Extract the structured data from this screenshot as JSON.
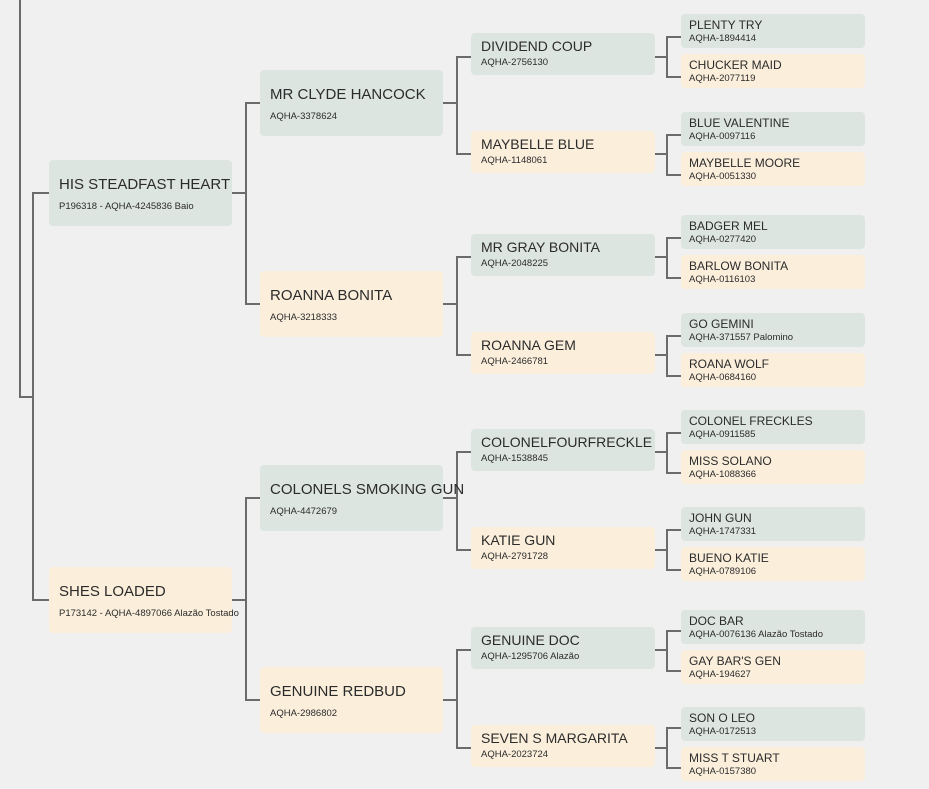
{
  "pedigree": {
    "sire": {
      "name": "HIS STEADFAST HEART",
      "reg": "P196318 - AQHA-4245836 Baio",
      "sire": {
        "name": "MR CLYDE HANCOCK",
        "reg": "AQHA-3378624",
        "sire": {
          "name": "DIVIDEND COUP",
          "reg": "AQHA-2756130",
          "sire": {
            "name": "PLENTY TRY",
            "reg": "AQHA-1894414"
          },
          "dam": {
            "name": "CHUCKER MAID",
            "reg": "AQHA-2077119"
          }
        },
        "dam": {
          "name": "MAYBELLE BLUE",
          "reg": "AQHA-1148061",
          "sire": {
            "name": "BLUE VALENTINE",
            "reg": "AQHA-0097116"
          },
          "dam": {
            "name": "MAYBELLE MOORE",
            "reg": "AQHA-0051330"
          }
        }
      },
      "dam": {
        "name": "ROANNA BONITA",
        "reg": "AQHA-3218333",
        "sire": {
          "name": "MR GRAY BONITA",
          "reg": "AQHA-2048225",
          "sire": {
            "name": "BADGER MEL",
            "reg": "AQHA-0277420"
          },
          "dam": {
            "name": "BARLOW BONITA",
            "reg": "AQHA-0116103"
          }
        },
        "dam": {
          "name": "ROANNA GEM",
          "reg": "AQHA-2466781",
          "sire": {
            "name": "GO GEMINI",
            "reg": "AQHA-371557 Palomino"
          },
          "dam": {
            "name": "ROANA WOLF",
            "reg": "AQHA-0684160"
          }
        }
      }
    },
    "dam": {
      "name": "SHES LOADED",
      "reg": "P173142 - AQHA-4897066 Alazão Tostado",
      "sire": {
        "name": "COLONELS SMOKING GUN",
        "reg": "AQHA-4472679",
        "sire": {
          "name": "COLONELFOURFRECKLE",
          "reg": "AQHA-1538845",
          "sire": {
            "name": "COLONEL FRECKLES",
            "reg": "AQHA-0911585"
          },
          "dam": {
            "name": "MISS SOLANO",
            "reg": "AQHA-1088366"
          }
        },
        "dam": {
          "name": "KATIE GUN",
          "reg": "AQHA-2791728",
          "sire": {
            "name": "JOHN GUN",
            "reg": "AQHA-1747331"
          },
          "dam": {
            "name": "BUENO KATIE",
            "reg": "AQHA-0789106"
          }
        }
      },
      "dam": {
        "name": "GENUINE REDBUD",
        "reg": "AQHA-2986802",
        "sire": {
          "name": "GENUINE DOC",
          "reg": "AQHA-1295706 Alazão",
          "sire": {
            "name": "DOC BAR",
            "reg": "AQHA-0076136 Alazão Tostado"
          },
          "dam": {
            "name": "GAY BAR'S GEN",
            "reg": "AQHA-194627"
          }
        },
        "dam": {
          "name": "SEVEN S MARGARITA",
          "reg": "AQHA-2023724",
          "sire": {
            "name": "SON O LEO",
            "reg": "AQHA-0172513"
          },
          "dam": {
            "name": "MISS T STUART",
            "reg": "AQHA-0157380"
          }
        }
      }
    }
  },
  "colors": {
    "sire_box": "#dde5e0",
    "dam_box": "#fbefdc",
    "connector": "#6b6b6b",
    "background": "#f0f0f0"
  }
}
